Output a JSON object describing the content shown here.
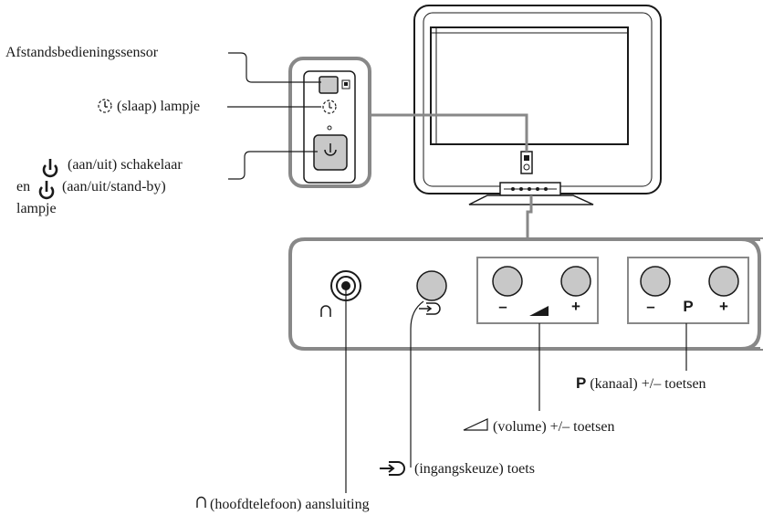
{
  "labels": {
    "remote_sensor": "Afstandsbedieningssensor",
    "sleep_lamp": "(slaap) lampje",
    "power_switch": "(aan/uit) schakelaar",
    "power_lamp_prefix": "en",
    "power_lamp": "(aan/uit/stand-by)",
    "power_lamp_tail": "lampje",
    "channel_keys": "(kanaal) +/– toetsen",
    "volume_keys": "(volume) +/– toetsen",
    "input_key": "(ingangskeuze) toets",
    "headphone_jack": "(hoofdtelefoon) aansluiting"
  },
  "panel": {
    "minus": "–",
    "plus": "+",
    "channel_letter": "P"
  },
  "icons": {
    "sleep": "sleep-timer-icon",
    "power": "power-icon",
    "headphone": "headphone-icon",
    "input": "input-select-icon",
    "volume": "volume-ramp-icon",
    "channel": "P"
  },
  "colors": {
    "outline": "#1a1a1a",
    "panel_border": "#888888",
    "button_fill": "#c8c8c8"
  }
}
